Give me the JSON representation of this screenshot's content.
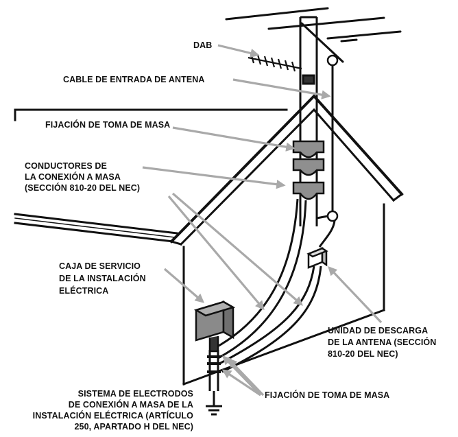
{
  "labels": {
    "dab": "DAB",
    "cable_entrada": "CABLE DE ENTRADA DE ANTENA",
    "fijacion_top": "FIJACIÓN DE TOMA DE MASA",
    "conductores": [
      "CONDUCTORES DE",
      "LA CONEXIÓN A MASA",
      "(SECCIÓN 810-20 DEL NEC)"
    ],
    "caja": [
      "CAJA  DE  SERVICIO",
      "DE LA INSTALACIÓN",
      "ELÉCTRICA"
    ],
    "unidad": [
      "UNIDAD DE DESCARGA",
      "DE LA ANTENA (SECCIÓN",
      "810-20 DEL NEC)"
    ],
    "sistema": [
      "SISTEMA DE ELECTRODOS",
      "DE CONEXIÓN A MASA DE LA",
      "INSTALACIÓN ELÉCTRICA (ARTÍCULO",
      "250, APARTADO H DEL NEC)"
    ],
    "fijacion_bottom": "FIJACIÓN DE TOMA DE MASA"
  },
  "colors": {
    "line": "#111111",
    "arrow": "#a9a9a9",
    "box_fill": "#8a8a8a",
    "clamp_fill": "#8f8f8f",
    "background": "#ffffff"
  }
}
